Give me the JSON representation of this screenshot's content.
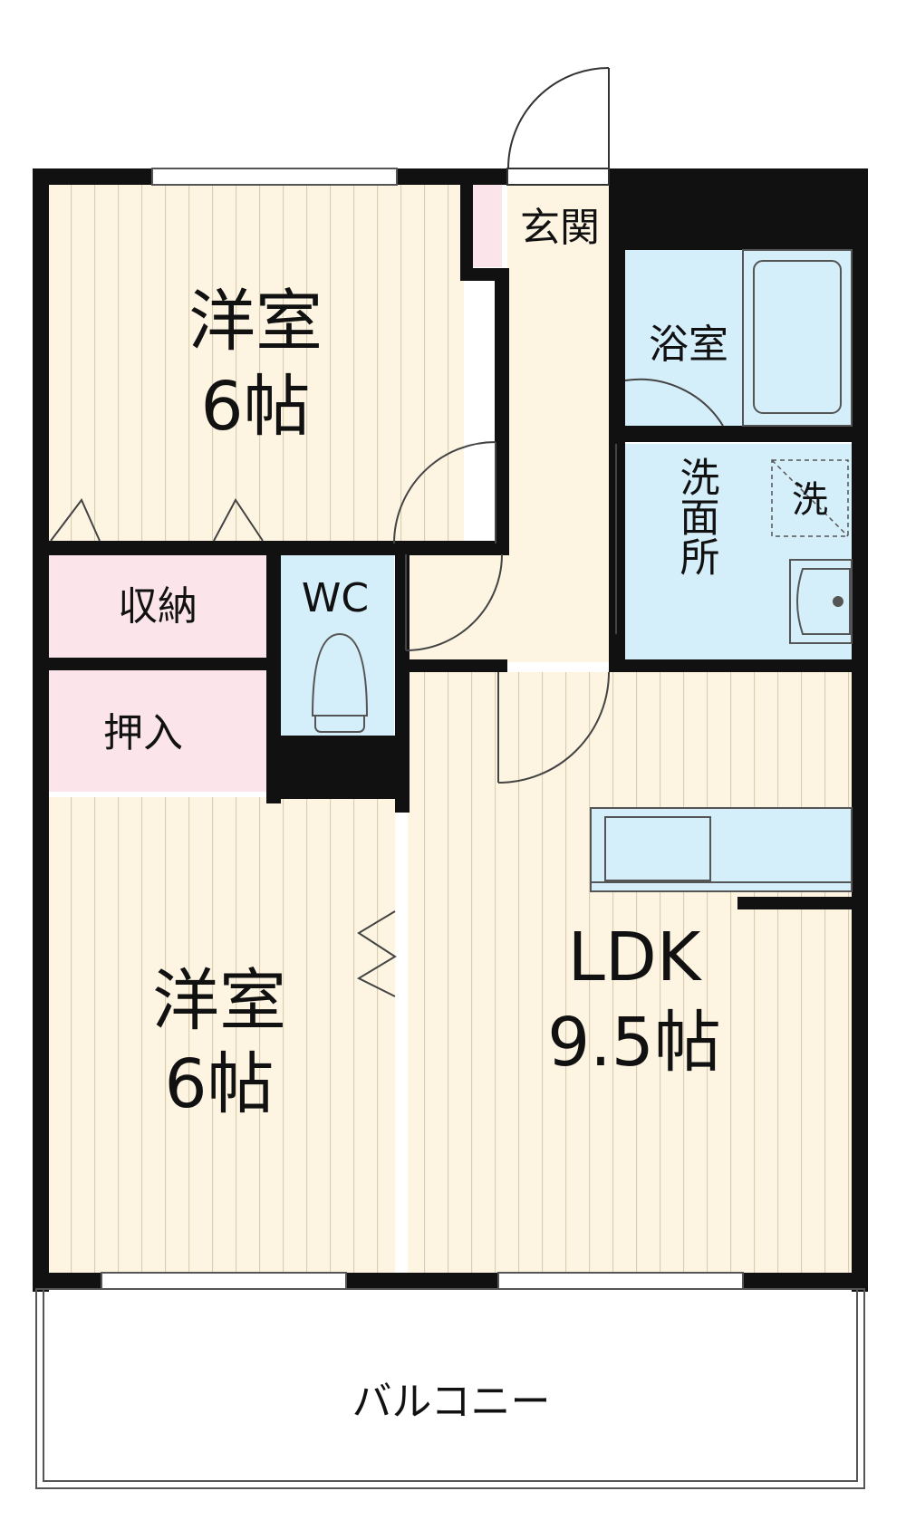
{
  "rooms": {
    "west_north": {
      "name": "洋室",
      "size": "6帖"
    },
    "west_south": {
      "name": "洋室",
      "size": "6帖"
    },
    "ldk": {
      "name": "LDK",
      "size": "9.5帖"
    },
    "entrance": {
      "name": "玄関"
    },
    "bathroom": {
      "name": "浴室"
    },
    "washroom": {
      "name": "洗面所"
    },
    "washer": {
      "name": "洗"
    },
    "toilet": {
      "name": "WC"
    },
    "storage": {
      "name": "収納"
    },
    "closet": {
      "name": "押入"
    },
    "balcony": {
      "name": "バルコニー"
    }
  },
  "colors": {
    "wall": "#111111",
    "floor": "#fdf4e1",
    "floor_stripe": "#d9cdb3",
    "wet_area": "#d4eefa",
    "storage": "#fbe4ea",
    "fixture_stroke": "#555555"
  }
}
